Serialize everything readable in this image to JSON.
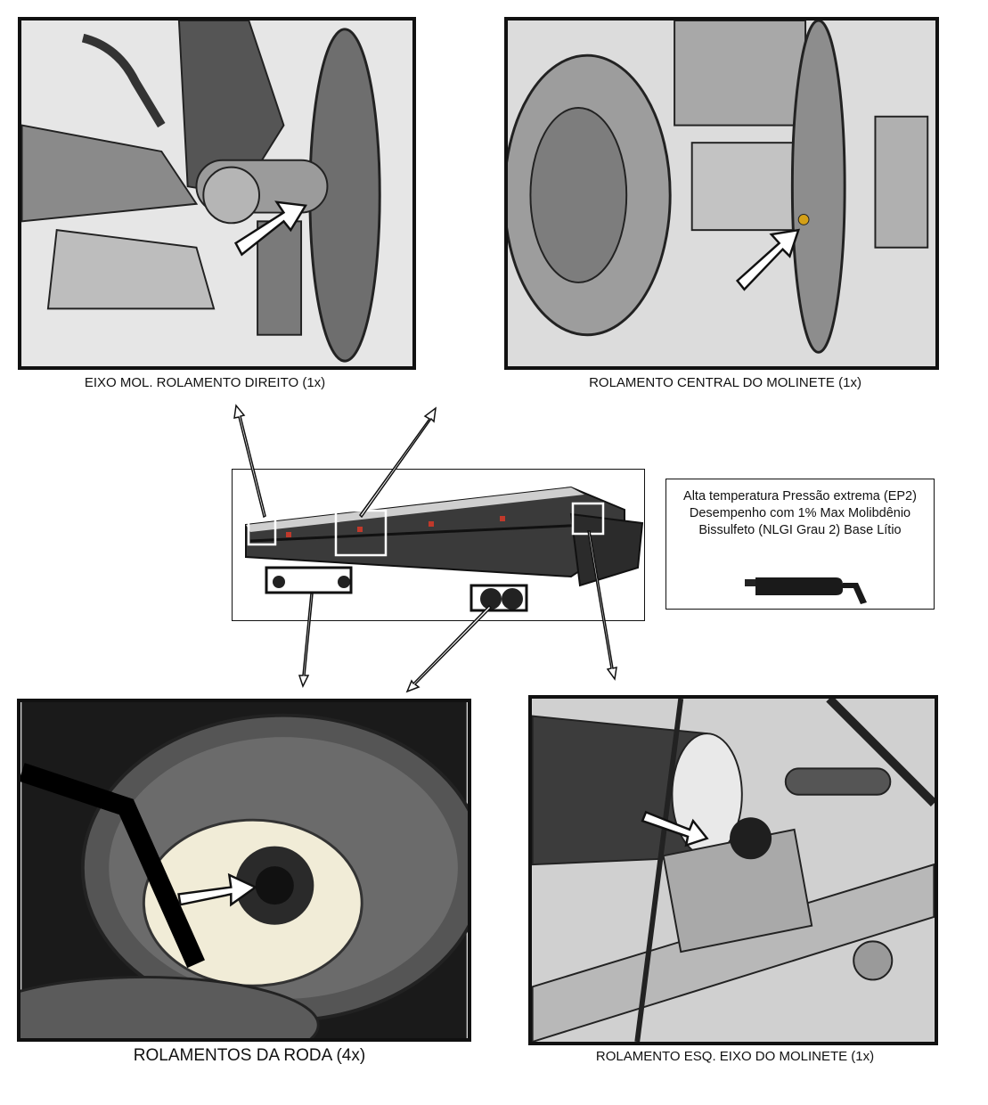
{
  "panels": {
    "top_left": {
      "caption": "EIXO MOL. ROLAMENTO DIREITO (1x)"
    },
    "top_right": {
      "caption": "ROLAMENTO CENTRAL DO MOLINETE (1x)"
    },
    "bottom_left": {
      "caption": "ROLAMENTOS DA RODA (4x)"
    },
    "bottom_right": {
      "caption": "ROLAMENTO ESQ. EIXO DO MOLINETE (1x)"
    }
  },
  "spec": {
    "text": "Alta temperatura Pressão extrema (EP2) Desempenho com 1% Max Molibdênio Bissulfeto (NLGI Grau 2) Base Lítio"
  },
  "colors": {
    "reel_accent": "#c0392b",
    "marker_white": "#ffffff",
    "marker_black": "#111111"
  }
}
